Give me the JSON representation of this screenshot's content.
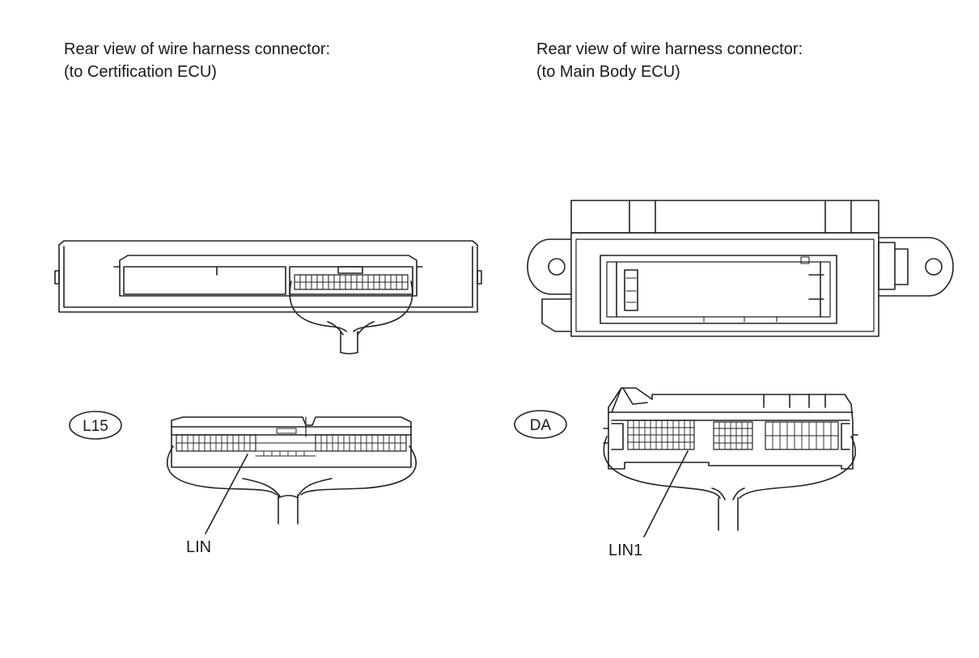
{
  "left_connector": {
    "caption_line1": "Rear view of wire harness connector:",
    "caption_line2": "(to Certification ECU)",
    "code": "L15",
    "pin_label": "LIN"
  },
  "right_connector": {
    "caption_line1": "Rear view of wire harness connector:",
    "caption_line2": "(to Main Body ECU)",
    "code": "DA",
    "pin_label": "LIN1"
  }
}
